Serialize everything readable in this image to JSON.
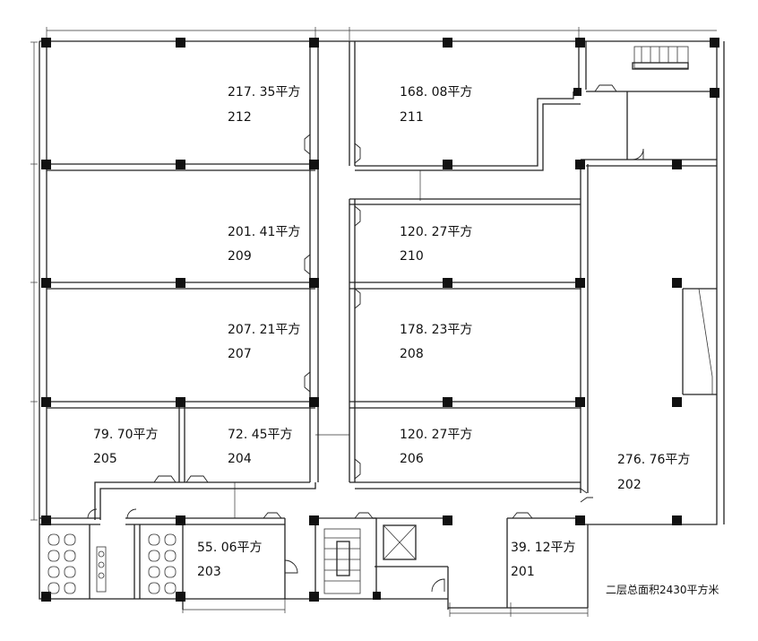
{
  "title": "",
  "total_area_label": "二层总面积2430平方米",
  "rooms": [
    {
      "id": "r212",
      "number": "212",
      "area": "217. 35平方"
    },
    {
      "id": "r211",
      "number": "211",
      "area": "168. 08平方"
    },
    {
      "id": "r209",
      "number": "209",
      "area": "201. 41平方"
    },
    {
      "id": "r210",
      "number": "210",
      "area": "120. 27平方"
    },
    {
      "id": "r207",
      "number": "207",
      "area": "207. 21平方"
    },
    {
      "id": "r208",
      "number": "208",
      "area": "178. 23平方"
    },
    {
      "id": "r205",
      "number": "205",
      "area": "79. 70平方"
    },
    {
      "id": "r204",
      "number": "204",
      "area": "72. 45平方"
    },
    {
      "id": "r206",
      "number": "206",
      "area": "120. 27平方"
    },
    {
      "id": "r202",
      "number": "202",
      "area": "276. 76平方"
    },
    {
      "id": "r203",
      "number": "203",
      "area": "55. 06平方"
    },
    {
      "id": "r201",
      "number": "201",
      "area": "39. 12平方"
    }
  ]
}
